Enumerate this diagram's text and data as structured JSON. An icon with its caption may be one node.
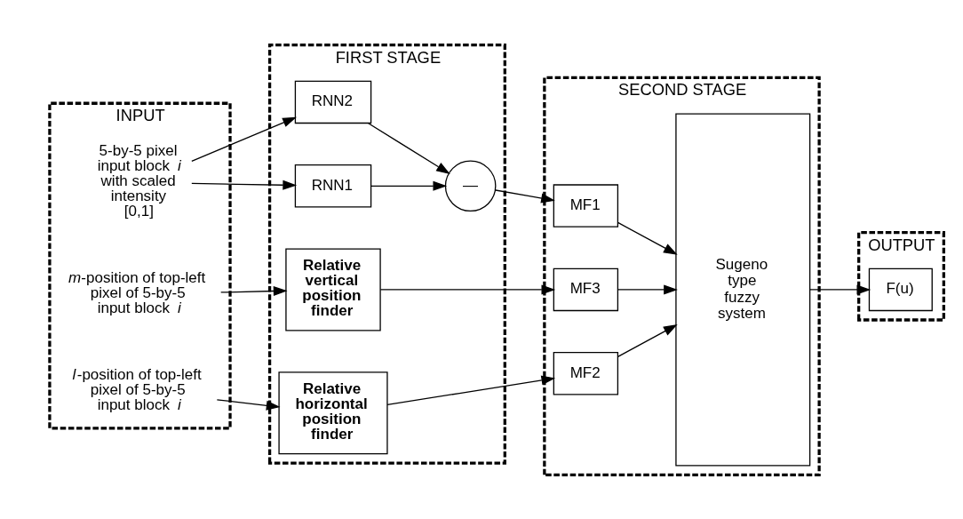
{
  "diagram": {
    "nodes": [
      {
        "text": [
          "INPUT"
        ]
      },
      {
        "text": [
          "FIRST STAGE"
        ]
      },
      {
        "text": [
          "SECOND STAGE"
        ]
      },
      {
        "text": [
          "OUTPUT"
        ]
      },
      {
        "text": [
          "5-by-5 pixel input block *i* with scaled intensity [0,1]"
        ],
        "in": 0
      },
      {
        "text": [
          "*l*-position of top-left pixel of 5-by-5 input block *i*"
        ],
        "in": 0
      },
      {
        "text": [
          "*m*-position of top-left pixel of 5-by-5 input block *i*"
        ],
        "in": 0
      },
      {
        "text": [
          "RNN1"
        ],
        "in": 1
      },
      {
        "text": [
          "RNN2"
        ],
        "in": 1
      },
      {
        "text": [
          "—"
        ],
        "in": 1
      },
      {
        "text": [
          "Relative horizontal position finder"
        ],
        "in": 1
      },
      {
        "text": [
          "Relative vertical position finder"
        ],
        "in": 1
      },
      {
        "text": [
          "MF1"
        ],
        "in": 2
      },
      {
        "text": [
          "MF2"
        ],
        "in": 2
      },
      {
        "text": [
          "MF3"
        ],
        "in": 2
      },
      {
        "text": [
          "Sugeno type fuzzy system"
        ],
        "in": 2
      },
      {
        "text": [
          "F(u)"
        ],
        "in": 3
      }
    ],
    "edges": [
      {
        "from": 4,
        "to": 7,
        "arrow": "to"
      },
      {
        "from": 4,
        "to": 8,
        "arrow": "to"
      },
      {
        "from": 7,
        "to": 9,
        "arrow": "to"
      },
      {
        "from": 8,
        "to": 9,
        "arrow": "to"
      },
      {
        "from": 9,
        "to": 12,
        "arrow": "to"
      },
      {
        "from": 5,
        "to": 10,
        "arrow": "to"
      },
      {
        "from": 10,
        "to": 13,
        "arrow": "to"
      },
      {
        "from": 6,
        "to": 11,
        "arrow": "to"
      },
      {
        "from": 11,
        "to": 14,
        "arrow": "to"
      },
      {
        "from": 12,
        "to": 15,
        "arrow": "to"
      },
      {
        "from": 13,
        "to": 15,
        "arrow": "to"
      },
      {
        "from": 14,
        "to": 15,
        "arrow": "to"
      },
      {
        "from": 15,
        "to": 16,
        "arrow": "to"
      }
    ]
  }
}
